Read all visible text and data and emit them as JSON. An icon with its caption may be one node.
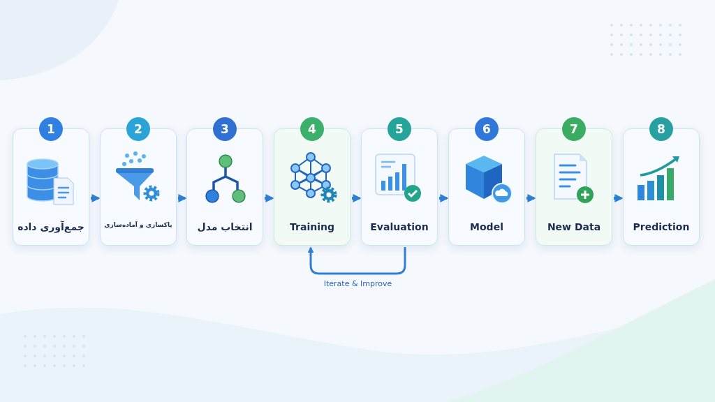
{
  "diagram": {
    "nodes": [
      {
        "text": [
          "1",
          "جمع‌آوری داده"
        ]
      },
      {
        "text": [
          "2",
          "پاکسازی و آماده‌سازی"
        ]
      },
      {
        "text": [
          "3",
          "انتخاب مدل"
        ]
      },
      {
        "text": [
          "4",
          "Training"
        ]
      },
      {
        "text": [
          "5",
          "Evaluation"
        ]
      },
      {
        "text": [
          "6",
          "Model"
        ]
      },
      {
        "text": [
          "7",
          "New Data"
        ]
      },
      {
        "text": [
          "8",
          "Prediction"
        ]
      }
    ],
    "edges": [
      {
        "from": 0,
        "to": 1,
        "arrow": "to"
      },
      {
        "from": 1,
        "to": 2,
        "arrow": "to"
      },
      {
        "from": 2,
        "to": 3,
        "arrow": "to"
      },
      {
        "from": 3,
        "to": 4,
        "arrow": "to"
      },
      {
        "from": 4,
        "to": 5,
        "arrow": "to"
      },
      {
        "from": 5,
        "to": 6,
        "arrow": "to"
      },
      {
        "from": 6,
        "to": 7,
        "arrow": "to"
      },
      {
        "from": 4,
        "to": 3,
        "arrow": "to",
        "label": "Iterate & Improve"
      }
    ]
  }
}
